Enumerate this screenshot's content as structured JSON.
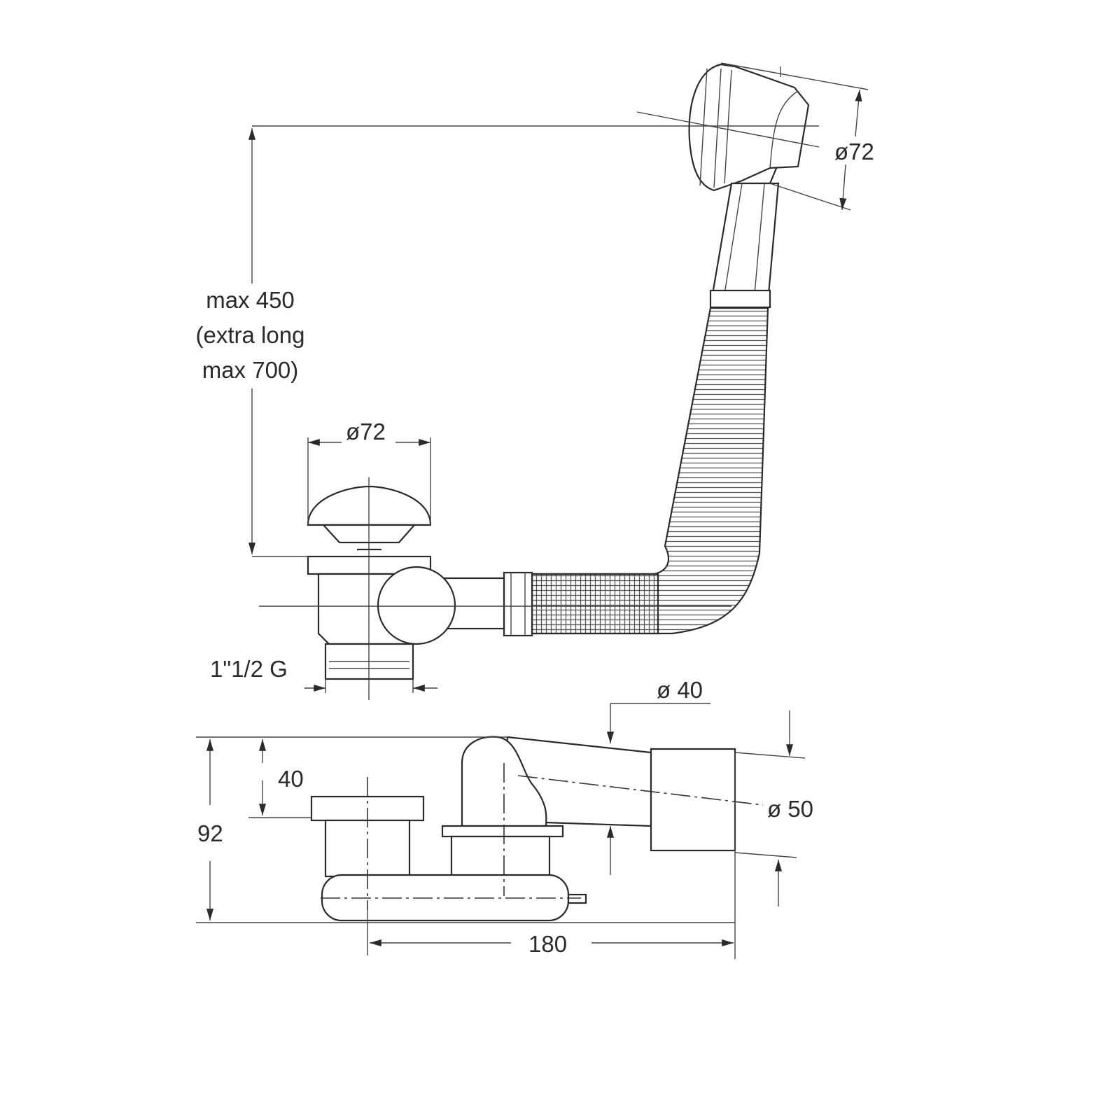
{
  "labels": {
    "overflow_diameter": "ø72",
    "height_max": "max 450",
    "height_extra_1": "(extra long",
    "height_extra_2": "max 700)",
    "plug_diameter": "ø72",
    "thread_size": "1\"1/2 G",
    "pipe_diameter_40": "ø 40",
    "depth_40": "40",
    "height_92": "92",
    "pipe_diameter_50": "ø 50",
    "length_180": "180"
  },
  "colors": {
    "line": "#2a2a2a",
    "background": "#ffffff"
  }
}
